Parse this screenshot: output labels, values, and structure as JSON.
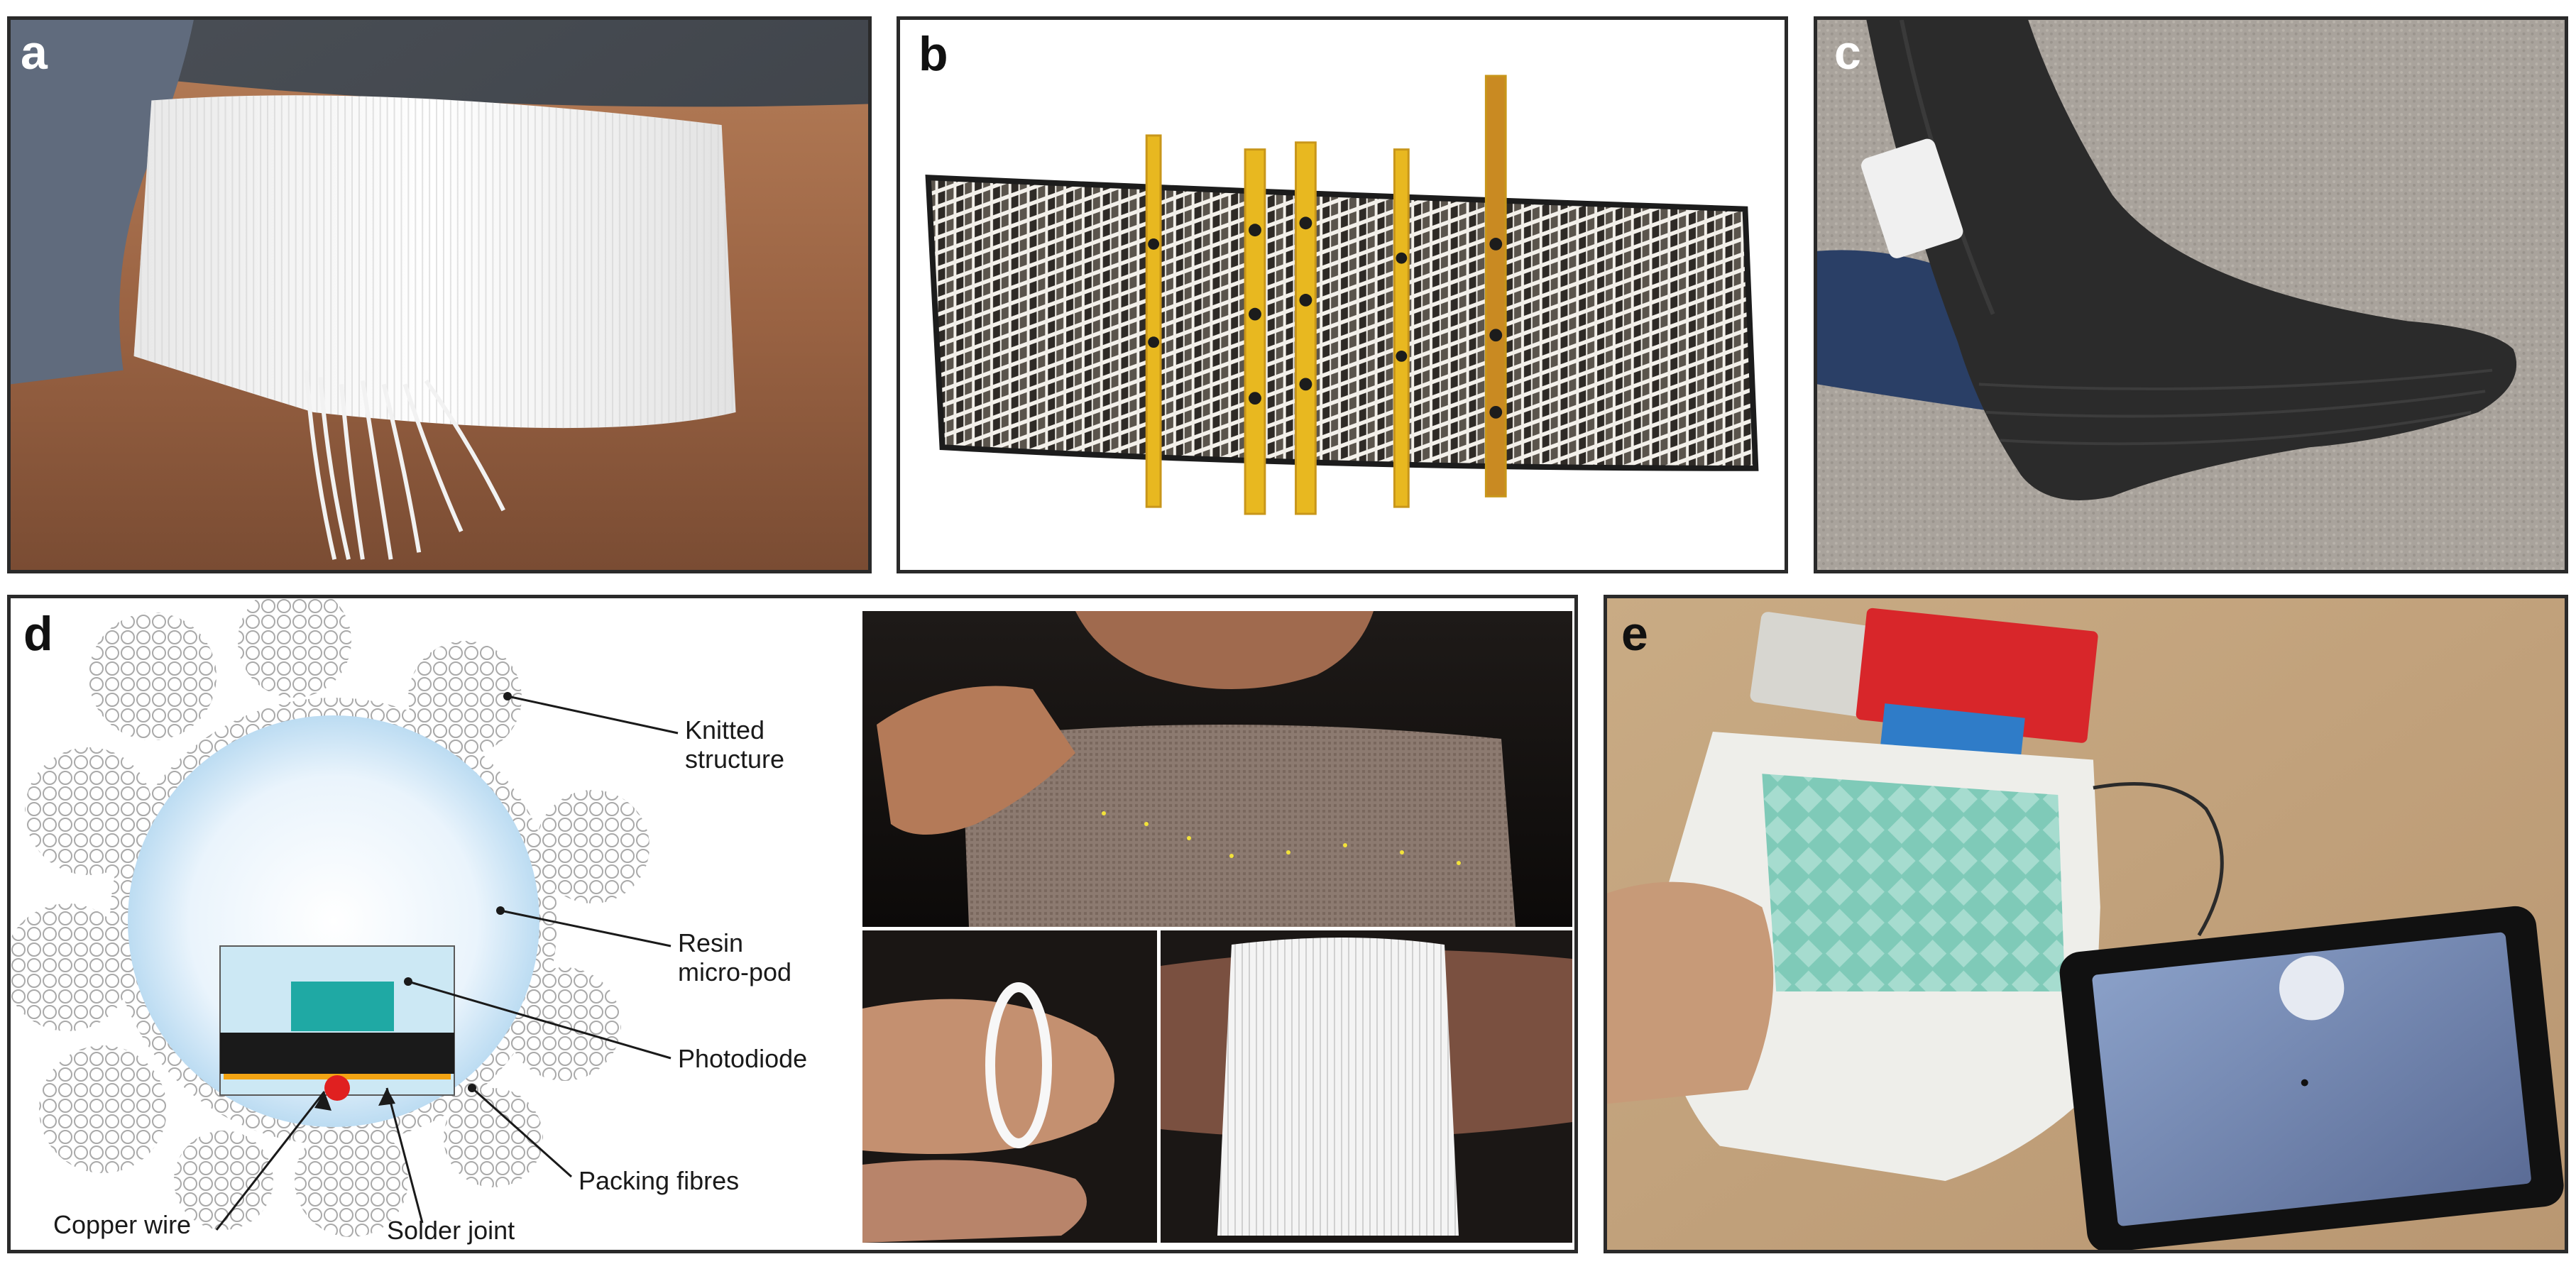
{
  "panels": {
    "a": {
      "label": "a"
    },
    "b": {
      "label": "b"
    },
    "c": {
      "label": "c"
    },
    "d": {
      "label": "d",
      "callouts": {
        "knitted": "Knitted\nstructure",
        "resin": "Resin\nmicro-pod",
        "photodiode": "Photodiode",
        "packing": "Packing fibres",
        "copper": "Copper wire",
        "solder": "Solder joint"
      }
    },
    "e": {
      "label": "e"
    }
  },
  "colors": {
    "frame": "#2a2a2a",
    "pod_blue": "#cfe6f7",
    "photodiode_teal": "#1fa9a4",
    "copper_red": "#e02020",
    "solder_orange": "#f2a413",
    "kapton_amber": "#e8b820",
    "board_red": "#d8262a"
  }
}
